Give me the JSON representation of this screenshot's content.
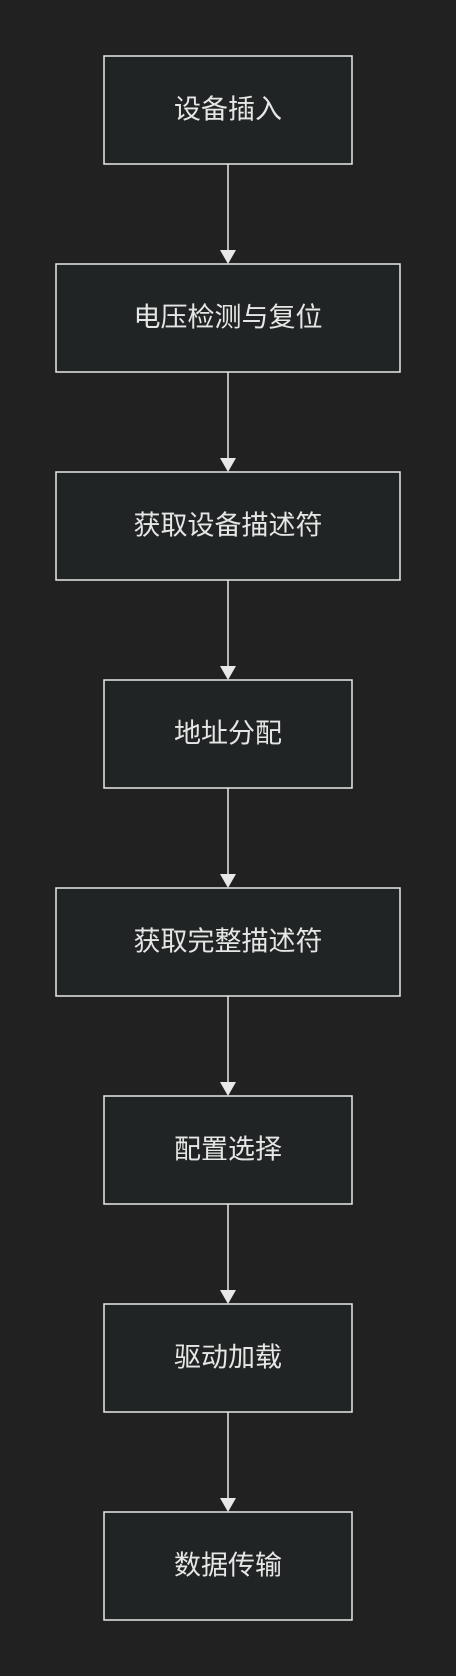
{
  "diagram": {
    "type": "flowchart",
    "direction": "top-to-bottom",
    "steps": [
      {
        "id": "n1",
        "label": "设备插入"
      },
      {
        "id": "n2",
        "label": "电压检测与复位"
      },
      {
        "id": "n3",
        "label": "获取设备描述符"
      },
      {
        "id": "n4",
        "label": "地址分配"
      },
      {
        "id": "n5",
        "label": "获取完整描述符"
      },
      {
        "id": "n6",
        "label": "配置选择"
      },
      {
        "id": "n7",
        "label": "驱动加载"
      },
      {
        "id": "n8",
        "label": "数据传输"
      }
    ],
    "edges": [
      {
        "from": "n1",
        "to": "n2"
      },
      {
        "from": "n2",
        "to": "n3"
      },
      {
        "from": "n3",
        "to": "n4"
      },
      {
        "from": "n4",
        "to": "n5"
      },
      {
        "from": "n5",
        "to": "n6"
      },
      {
        "from": "n6",
        "to": "n7"
      },
      {
        "from": "n7",
        "to": "n8"
      }
    ],
    "colors": {
      "background": "#212121",
      "node_fill": "#212424",
      "stroke": "#e8e8e8",
      "text": "#e6e6e6"
    }
  }
}
